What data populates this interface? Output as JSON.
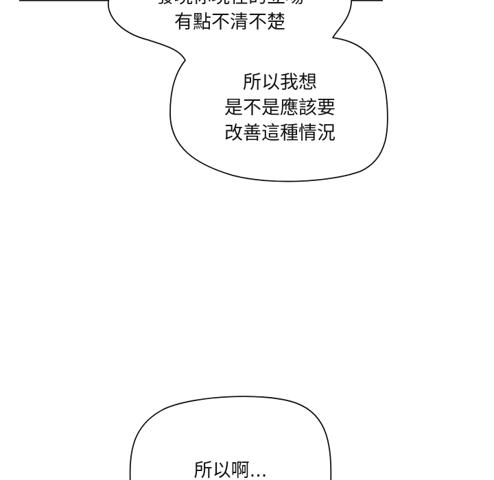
{
  "bubbles": [
    {
      "id": "bubble-1",
      "lines": [
        "發現你現在的立場",
        "有點不清不楚"
      ]
    },
    {
      "id": "bubble-2",
      "lines": [
        "所以我想",
        "是不是應該要",
        "改善這種情況"
      ]
    },
    {
      "id": "bubble-3",
      "lines": [
        "所以啊..."
      ]
    }
  ],
  "colors": {
    "background": "#ffffff",
    "outline": "#111111",
    "text": "#111111"
  }
}
